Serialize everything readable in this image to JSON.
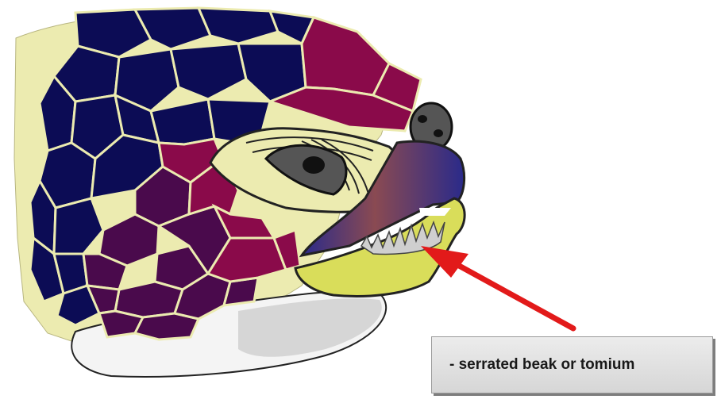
{
  "callout": {
    "text": "-  serrated beak or tomium"
  },
  "colors": {
    "scale_navy": "#0c0c55",
    "scale_magenta": "#8a0a4a",
    "scale_purple": "#4a0a4c",
    "skin_pale": "#ecebb0",
    "jaw_yellow": "#d9dd5a",
    "beak_brown": "#8a4a52",
    "arrow_red": "#e21a1a",
    "teeth_gray": "#cfcfcf"
  },
  "icons": [
    "sea-turtle-head-illustration",
    "pointer-arrow"
  ]
}
